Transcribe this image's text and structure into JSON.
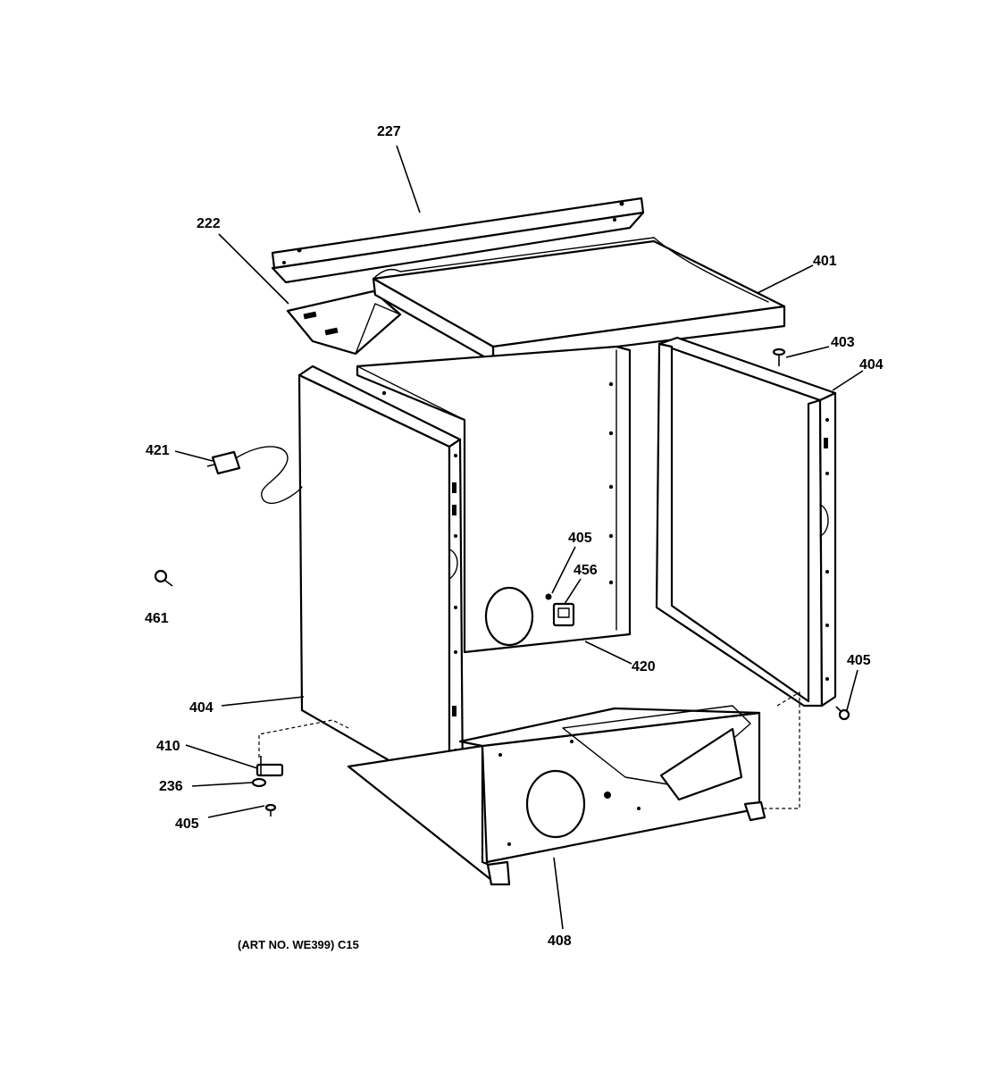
{
  "callouts": {
    "c227": "227",
    "c222": "222",
    "c401": "401",
    "c403": "403",
    "c404_right": "404",
    "c421": "421",
    "c405_center": "405",
    "c456": "456",
    "c461": "461",
    "c420": "420",
    "c405_right": "405",
    "c404_left": "404",
    "c410": "410",
    "c236": "236",
    "c405_left": "405",
    "c408": "408"
  },
  "art_number": "(ART NO. WE399) C15"
}
